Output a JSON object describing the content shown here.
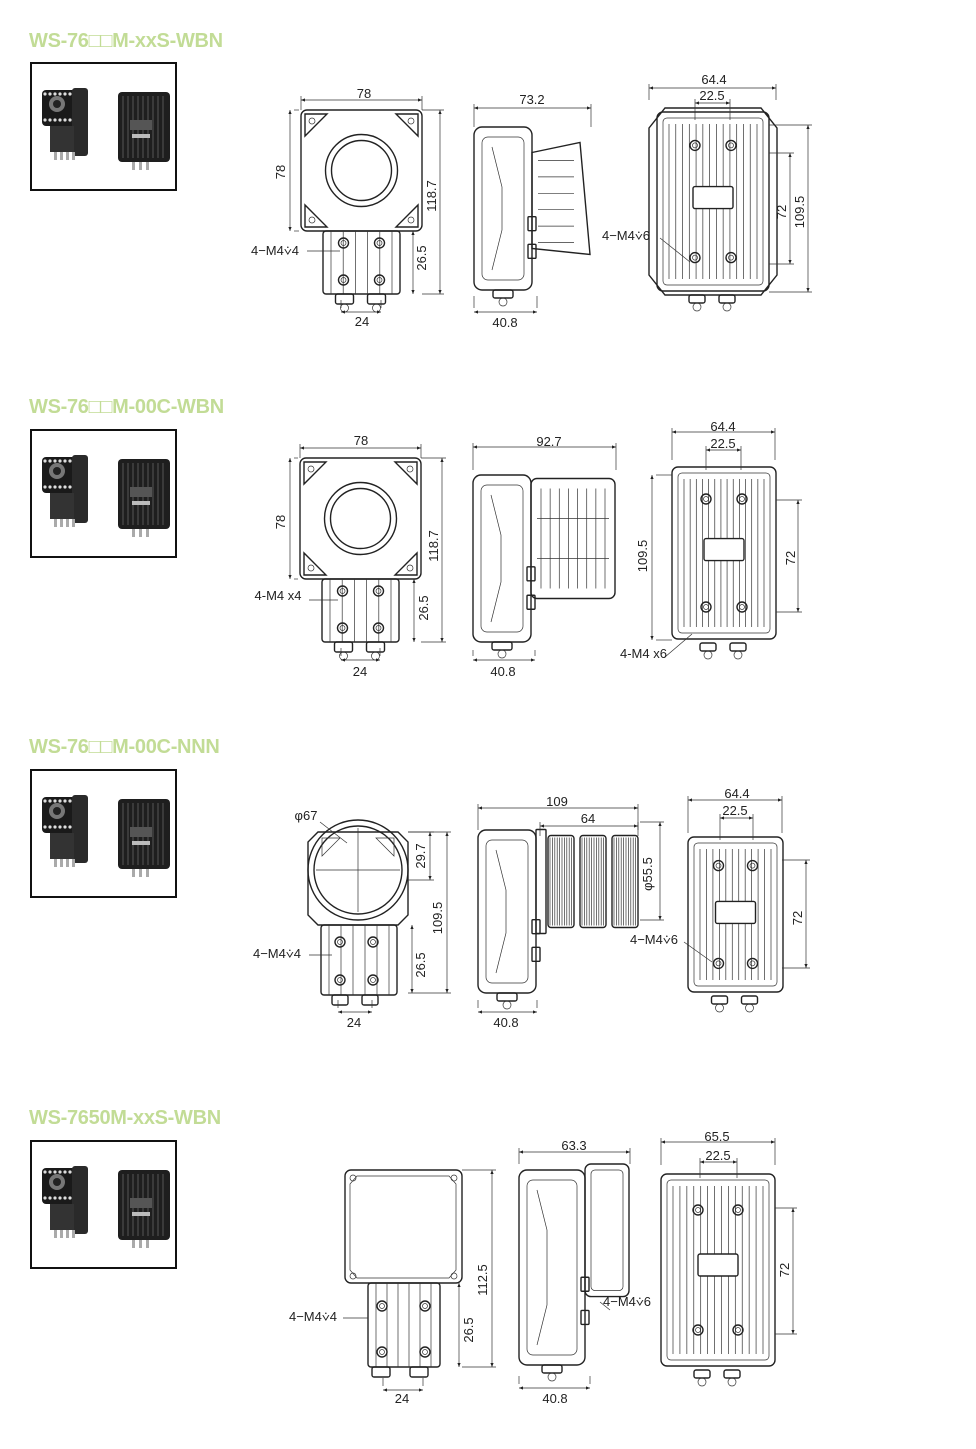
{
  "colors": {
    "title": "#c2dc96",
    "line": "#222222"
  },
  "sections": [
    {
      "title": "WS-76□□M-xxS-WBN",
      "front": {
        "width": "78",
        "height": "78",
        "total": "118.7",
        "bracket": "26.5",
        "screw": "4−M4⩒4",
        "pitch": "24"
      },
      "side": {
        "depth": "73.2",
        "base": "40.8"
      },
      "back": {
        "width": "64.4",
        "inner": "22.5",
        "screw": "4−M4⩒6",
        "h1": "72",
        "h2": "109.5"
      }
    },
    {
      "title": "WS-76□□M-00C-WBN",
      "front": {
        "width": "78",
        "height": "78",
        "total": "118.7",
        "bracket": "26.5",
        "screw": "4-M4 x4",
        "pitch": "24"
      },
      "side": {
        "depth": "92.7",
        "base": "40.8"
      },
      "back": {
        "width": "64.4",
        "inner": "22.5",
        "screw": "4-M4 x6",
        "h1": "72",
        "h2": "109.5"
      }
    },
    {
      "title": "WS-76□□M-00C-NNN",
      "front": {
        "diameter": "φ67",
        "top": "29.7",
        "total": "109.5",
        "bracket": "26.5",
        "screw": "4−M4⩒4",
        "pitch": "24"
      },
      "side": {
        "length": "109",
        "lens": "64",
        "lensdia": "φ55.5",
        "base": "40.8"
      },
      "back": {
        "width": "64.4",
        "inner": "22.5",
        "screw": "4−M4⩒6",
        "h1": "72"
      }
    },
    {
      "title": "WS-7650M-xxS-WBN",
      "front": {
        "total": "112.5",
        "bracket": "26.5",
        "screw": "4−M4⩒4",
        "pitch": "24"
      },
      "side": {
        "depth": "63.3",
        "base": "40.8",
        "screw": "4−M4⩒6"
      },
      "back": {
        "width": "65.5",
        "inner": "22.5",
        "h1": "72"
      }
    }
  ],
  "icons": [
    "camera-front-photo",
    "camera-back-photo"
  ]
}
